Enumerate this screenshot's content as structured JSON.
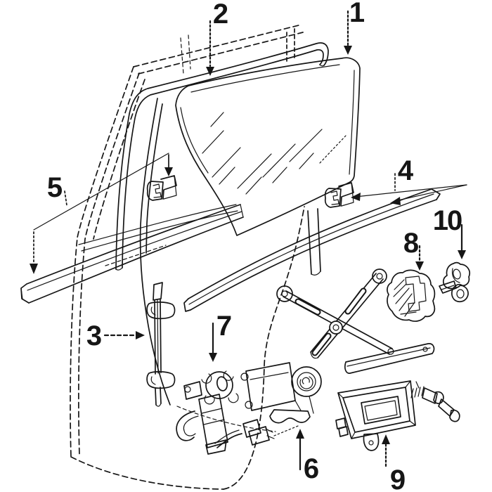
{
  "diagram": {
    "background": "#ffffff",
    "ink_color": "#161616",
    "callouts": [
      {
        "label": "1"
      },
      {
        "label": "2"
      },
      {
        "label": "3"
      },
      {
        "label": "4"
      },
      {
        "label": "5"
      },
      {
        "label": "6"
      },
      {
        "label": "7"
      },
      {
        "label": "8"
      },
      {
        "label": "9"
      },
      {
        "label": "10"
      }
    ]
  }
}
